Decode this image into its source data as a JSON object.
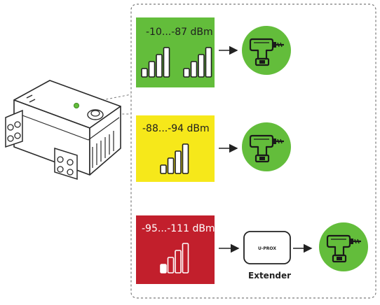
{
  "colors": {
    "strong": "#63bd3b",
    "medium": "#f6e81a",
    "weak": "#c21f2c",
    "drill_circle": "#63bd3b",
    "frame": "#7a7a7a"
  },
  "icons": [
    "relay-device-icon",
    "signal-bars-icon",
    "arrow-right-icon",
    "drill-icon",
    "extender-icon"
  ],
  "levels": [
    {
      "id": "strong",
      "range_label": "-10...-87 dBm",
      "bar_sets": 2,
      "chain": [
        "drill"
      ]
    },
    {
      "id": "medium",
      "range_label": "-88...-94 dBm",
      "bar_sets": 1,
      "chain": [
        "drill"
      ]
    },
    {
      "id": "weak",
      "range_label": "-95...-111 dBm",
      "bar_sets": 1,
      "chain": [
        "extender",
        "drill"
      ]
    }
  ],
  "extender": {
    "logo_text": "U-PROX",
    "label": "Extender"
  }
}
